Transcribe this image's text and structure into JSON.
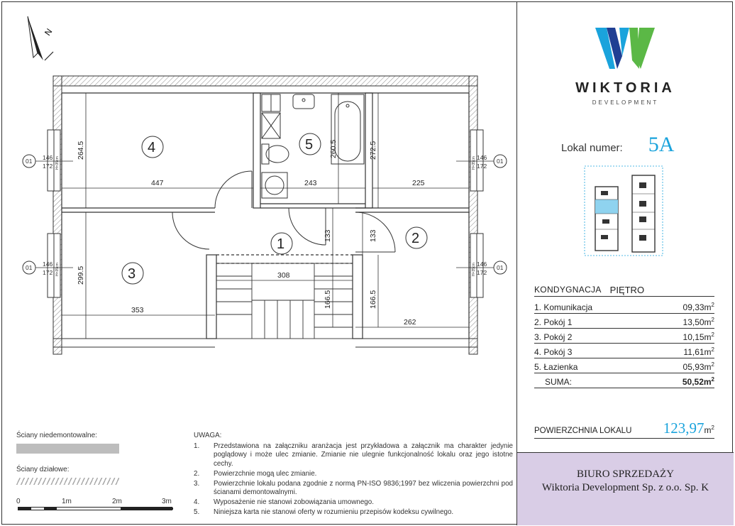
{
  "plan": {
    "north": "N",
    "rooms": [
      "1",
      "2",
      "3",
      "4",
      "5"
    ],
    "dims": {
      "w447": "447",
      "w243": "243",
      "w225": "225",
      "w308": "308",
      "w353": "353",
      "w262": "262",
      "h2645": "264.5",
      "h2995": "299.5",
      "h2605": "260.5",
      "h2725": "272.5",
      "h133a": "133",
      "h133b": "133",
      "h1665a": "166.5",
      "h1665b": "166.5"
    },
    "windows": {
      "tag": "01",
      "sill": "146",
      "head": "172",
      "note": "H=35cm"
    }
  },
  "legend": {
    "nondemount": "Ściany niedemontowalne:",
    "partition": "Ściany działowe:",
    "scale": [
      "0",
      "1m",
      "2m",
      "3m"
    ]
  },
  "notes": {
    "head": "UWAGA:",
    "items": [
      {
        "n": "1.",
        "t": "Przedstawiona na załączniku aranżacja jest przykładowa a załącznik ma charakter jedynie poglądowy i może ulec zmianie. Zmianie nie ulegnie funkcjonalność lokalu oraz jego istotne cechy."
      },
      {
        "n": "2.",
        "t": "Powierzchnie mogą ulec zmianie."
      },
      {
        "n": "3.",
        "t": "Powierzchnie lokalu podana zgodnie z normą PN-ISO 9836;1997 bez wliczenia powierzchni pod ścianami demontowalnymi."
      },
      {
        "n": "4.",
        "t": "Wyposażenie nie stanowi zobowiązania umownego."
      },
      {
        "n": "5.",
        "t": "Niniejsza karta nie stanowi oferty w rozumieniu przepisów kodeksu cywilnego."
      }
    ]
  },
  "brand": {
    "name": "WIKTORIA",
    "sub": "DEVELOPMENT",
    "colors": {
      "blue": "#1aa3dc",
      "green": "#5bb846",
      "navy": "#1f3f93"
    }
  },
  "unit": {
    "label": "Lokal numer:",
    "number": "5A"
  },
  "rooms": {
    "level_label": "KONDYGNACJA",
    "level_value": "PIĘTRO",
    "list": [
      {
        "name": "1. Komunikacja",
        "area": "09,33m"
      },
      {
        "name": "2. Pokój 1",
        "area": "13,50m"
      },
      {
        "name": "3. Pokój 2",
        "area": "10,15m"
      },
      {
        "name": "4. Pokój 3",
        "area": "11,61m"
      },
      {
        "name": "5. Łazienka",
        "area": "05,93m"
      }
    ],
    "sum_label": "SUMA:",
    "sum_value": "50,52m",
    "sup": "2"
  },
  "total": {
    "label": "POWIERZCHNIA LOKALU",
    "value": "123,97",
    "unit": "m"
  },
  "office": {
    "line1": "BIURO SPRZEDAŻY",
    "line2": "Wiktoria Development Sp. z o.o. Sp. K"
  }
}
